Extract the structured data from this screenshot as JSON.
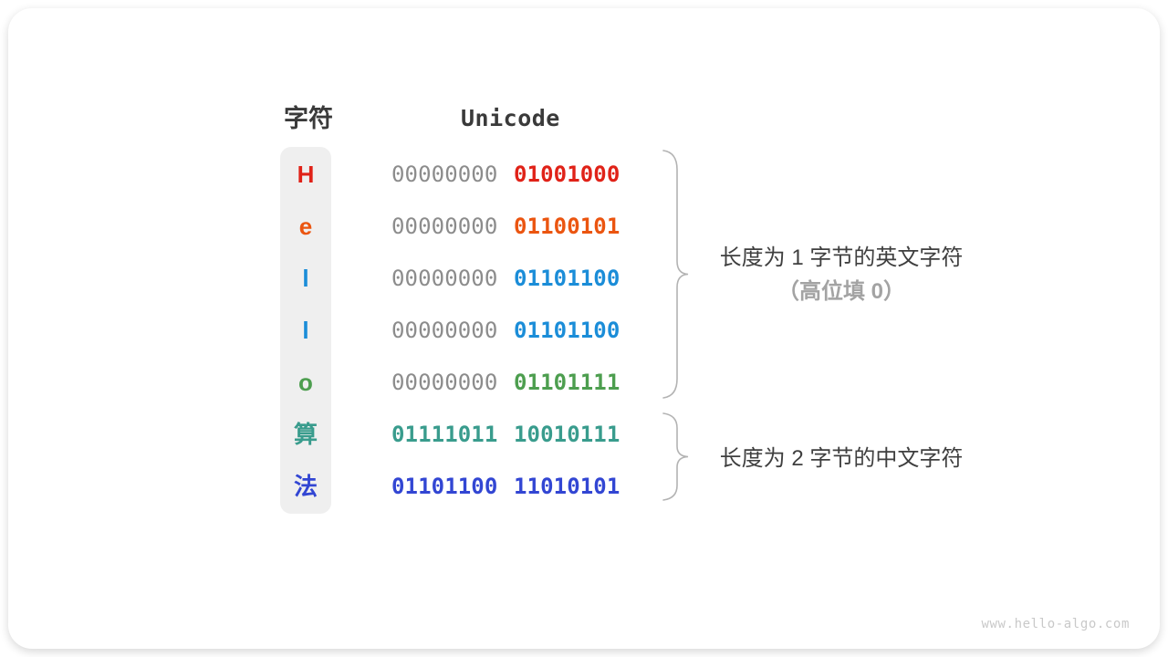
{
  "header": {
    "char_col": "字符",
    "unicode_col": "Unicode"
  },
  "rows": [
    {
      "char": "H",
      "color": "#e02218",
      "byte1": "00000000",
      "byte1_color": "#8c8c8c",
      "byte2": "01001000",
      "byte2_color": "#e02218"
    },
    {
      "char": "e",
      "color": "#eb5510",
      "byte1": "00000000",
      "byte1_color": "#8c8c8c",
      "byte2": "01100101",
      "byte2_color": "#eb5510"
    },
    {
      "char": "l",
      "color": "#1b8dd8",
      "byte1": "00000000",
      "byte1_color": "#8c8c8c",
      "byte2": "01101100",
      "byte2_color": "#1b8dd8"
    },
    {
      "char": "l",
      "color": "#1b8dd8",
      "byte1": "00000000",
      "byte1_color": "#8c8c8c",
      "byte2": "01101100",
      "byte2_color": "#1b8dd8"
    },
    {
      "char": "o",
      "color": "#4d9e4f",
      "byte1": "00000000",
      "byte1_color": "#8c8c8c",
      "byte2": "01101111",
      "byte2_color": "#4d9e4f"
    },
    {
      "char": "算",
      "color": "#399c8d",
      "byte1": "01111011",
      "byte1_color": "#399c8d",
      "byte2": "10010111",
      "byte2_color": "#399c8d"
    },
    {
      "char": "法",
      "color": "#3246d3",
      "byte1": "01101100",
      "byte1_color": "#3246d3",
      "byte2": "11010101",
      "byte2_color": "#3246d3"
    }
  ],
  "annotations": {
    "english": {
      "line1": "长度为 1 字节的英文字符",
      "line2": "（高位填 0）"
    },
    "chinese": {
      "line1": "长度为 2 字节的中文字符"
    }
  },
  "watermark": "www.hello-algo.com",
  "colors": {
    "muted_zero": "#8c8c8c",
    "strip_bg": "#efefef",
    "brace": "#b3b3b3",
    "heading": "#3a3a3a",
    "annotation_text": "#3f3f3f",
    "annotation_muted": "#a3a3a3",
    "watermark": "#c9c9c9"
  }
}
